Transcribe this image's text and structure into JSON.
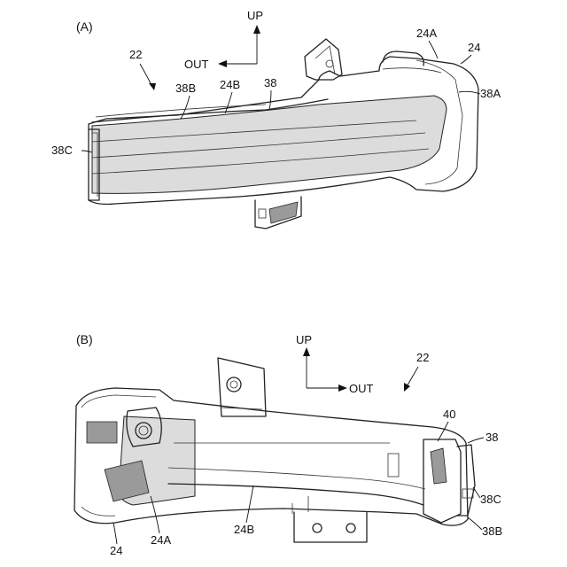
{
  "panel_a": {
    "label": "(A)",
    "directions": {
      "up": "UP",
      "out": "OUT"
    },
    "refs": {
      "assembly": "22",
      "housing": "24",
      "housing_upper": "24A",
      "housing_lower": "24B",
      "lens": "38",
      "lens_end": "38A",
      "lens_front": "38B",
      "lens_tip": "38C"
    }
  },
  "panel_b": {
    "label": "(B)",
    "directions": {
      "up": "UP",
      "out": "OUT"
    },
    "refs": {
      "assembly": "22",
      "bracket": "40",
      "lens": "38",
      "lens_tip": "38C",
      "lens_front": "38B",
      "housing": "24",
      "housing_upper": "24A",
      "housing_lower": "24B"
    }
  }
}
